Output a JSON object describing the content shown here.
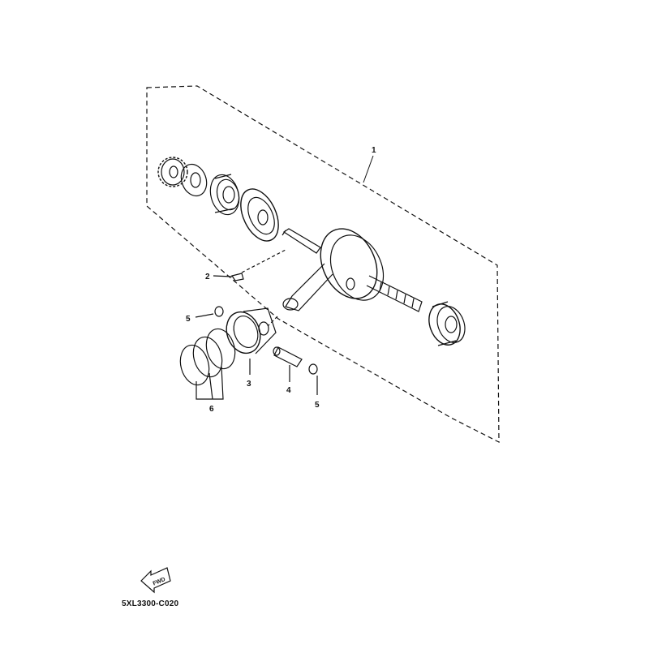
{
  "diagram": {
    "callouts": [
      {
        "id": "crankshaft-assy",
        "label": "1"
      },
      {
        "id": "key",
        "label": "2"
      },
      {
        "id": "piston",
        "label": "3"
      },
      {
        "id": "piston-pin",
        "label": "4"
      },
      {
        "id": "circlip-left",
        "label": "5"
      },
      {
        "id": "circlip-right",
        "label": "5"
      },
      {
        "id": "piston-ring-set",
        "label": "6"
      }
    ],
    "fwd_badge": {
      "label": "FWD",
      "icon": "fwd-arrow-icon"
    },
    "drawing_code": "5XL3300-C020"
  }
}
